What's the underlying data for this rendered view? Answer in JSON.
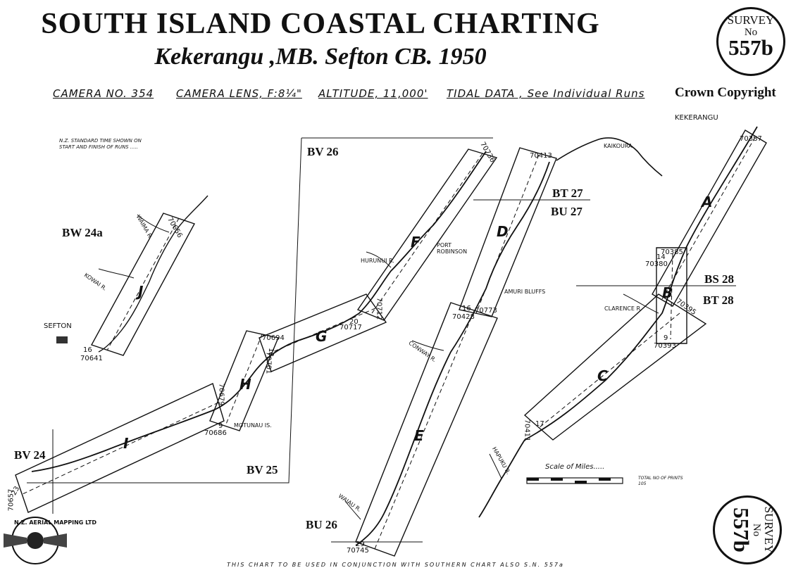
{
  "header": {
    "title": "SOUTH ISLAND COASTAL CHARTING",
    "subtitle": "Kekerangu ,MB. Sefton CB. 1950",
    "camera": "CAMERA NO. 354",
    "lens": "CAMERA LENS, F:8¼\"",
    "altitude": "ALTITUDE, 11,000'",
    "tidal": "TIDAL DATA , See Individual Runs",
    "copyright": "Crown Copyright"
  },
  "survey_seal": {
    "line1": "SURVEY",
    "line2": "No",
    "number": "557b"
  },
  "note": [
    "N.Z. STANDARD TIME SHOWN ON",
    "START AND FINISH OF RUNS ....."
  ],
  "block_labels": [
    "BV 26",
    "BT 27",
    "BU 27",
    "BW 24a",
    "BS 28",
    "BT 28",
    "BV 24",
    "BV 25",
    "BU 26"
  ],
  "places": [
    "KEKERANGU",
    "KAIKOURA",
    "PORT ROBINSON",
    "HURUNUI R.",
    "AMURI BLUFFS",
    "CLARENCE R.",
    "CONWAY R.",
    "WAIMA R.",
    "KOWAI R.",
    "SEFTON",
    "MOTUNAU IS.",
    "WAIAU R.",
    "HAPUKU R."
  ],
  "runs": [
    "A",
    "B",
    "C",
    "D",
    "E",
    "F",
    "G",
    "H",
    "I",
    "J"
  ],
  "frames": [
    "70387",
    "70413",
    "70736",
    "70656",
    "70385",
    "70380",
    "70395",
    "70393",
    "70773",
    "70428",
    "70712",
    "70717",
    "70694",
    "70701",
    "70679",
    "70686",
    "70641",
    "70657",
    "70745",
    "70411"
  ],
  "frame_counts": [
    "14",
    "9",
    "16",
    "20",
    "12",
    "9",
    "16",
    "23",
    "29",
    "17"
  ],
  "scale_label": "Scale of Miles.....",
  "total_prints": "TOTAL NO OF PRINTS 105",
  "footer": "THIS CHART TO BE USED IN CONJUNCTION WITH SOUTHERN CHART ALSO S.N. 557a",
  "logo_text": "N.Z. AERIAL MAPPING LTD"
}
